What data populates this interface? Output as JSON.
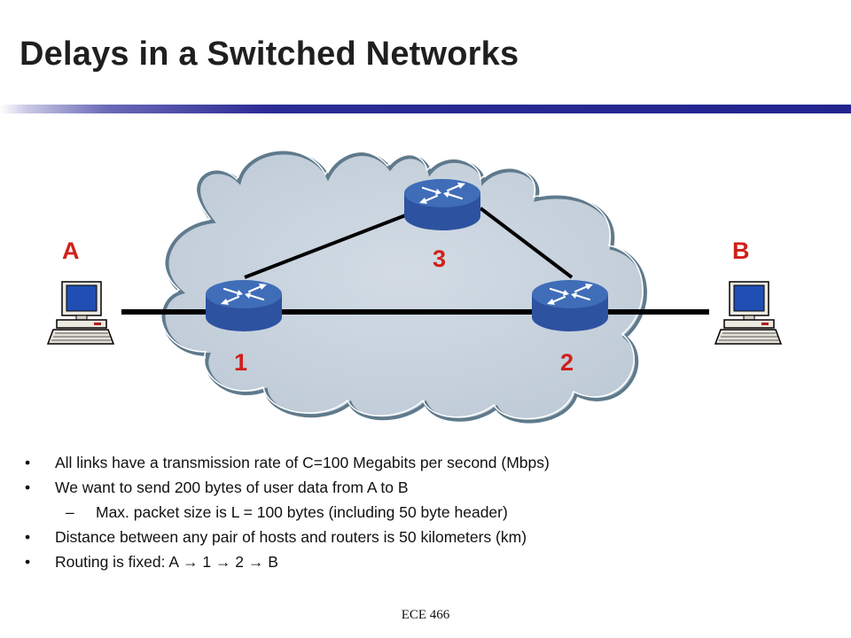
{
  "slide": {
    "title": "Delays in a Switched Networks",
    "footer": "ECE 466"
  },
  "diagram": {
    "hosts": [
      {
        "id": "A",
        "label": "A",
        "color": "#d0201a"
      },
      {
        "id": "B",
        "label": "B",
        "color": "#d0201a"
      }
    ],
    "routers": [
      {
        "id": "1",
        "label": "1",
        "color": "#d0201a"
      },
      {
        "id": "2",
        "label": "2",
        "color": "#d0201a"
      },
      {
        "id": "3",
        "label": "3",
        "color": "#d0201a"
      }
    ],
    "links": [
      {
        "from": "A",
        "to": "1"
      },
      {
        "from": "1",
        "to": "2"
      },
      {
        "from": "2",
        "to": "B"
      },
      {
        "from": "1",
        "to": "3"
      },
      {
        "from": "3",
        "to": "2"
      }
    ],
    "colors": {
      "cloud_fill": "#c8d3de",
      "router_top": "#3f6db8",
      "router_side": "#2d52a0",
      "link": "#000000"
    }
  },
  "bullets": [
    {
      "level": 1,
      "text": "All links have a transmission rate of C=100 Megabits per second (Mbps)"
    },
    {
      "level": 1,
      "text": "We want to send 200 bytes of user data from A to B"
    },
    {
      "level": 2,
      "text": "Max. packet size is L = 100 bytes (including 50 byte header)"
    },
    {
      "level": 1,
      "text": "Distance between any pair of hosts and routers is 50 kilometers (km)"
    },
    {
      "level": 1,
      "text": "Routing is fixed: A → 1 → 2 → B"
    }
  ],
  "bullet_markers": {
    "level1": "•",
    "level2": "–"
  }
}
